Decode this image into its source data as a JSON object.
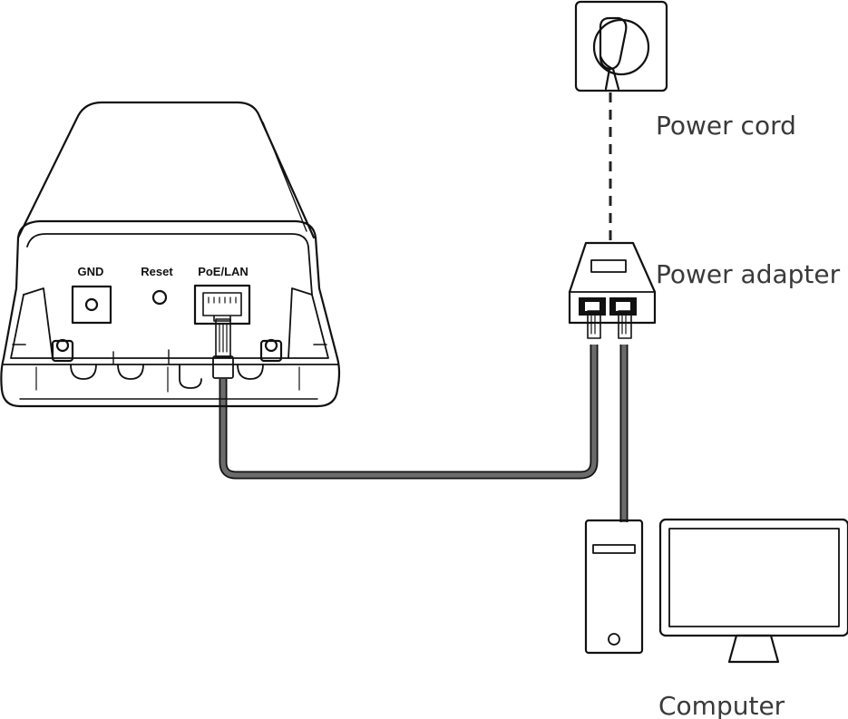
{
  "device": {
    "ports": {
      "gnd": "GND",
      "reset": "Reset",
      "poe_lan": "PoE/LAN"
    }
  },
  "labels": {
    "power_cord": "Power cord",
    "power_adapter": "Power adapter",
    "computer": "Computer"
  },
  "colors": {
    "cable": "#6b6b6b",
    "outline": "#111111",
    "label_text": "#3a3a3a",
    "background": "#ffffff"
  },
  "icons": [
    "power-outlet-icon",
    "power-adapter-icon",
    "computer-tower-icon",
    "monitor-icon",
    "rj45-plug-icon"
  ]
}
